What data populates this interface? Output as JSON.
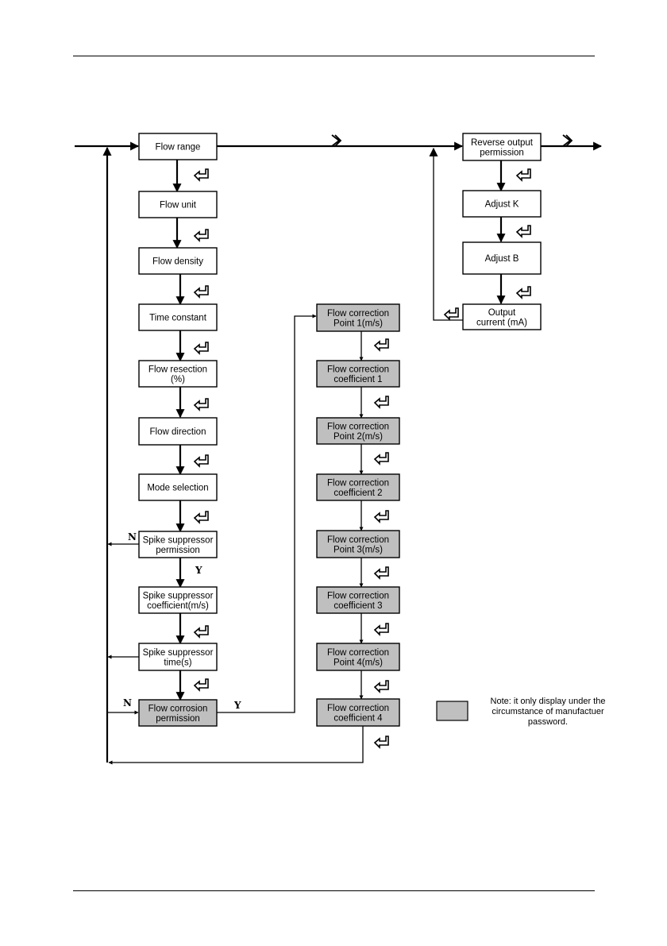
{
  "boxes": {
    "flow_range": [
      "Flow range"
    ],
    "flow_unit": [
      "Flow unit"
    ],
    "flow_density": [
      "Flow density"
    ],
    "time_constant": [
      "Time constant"
    ],
    "flow_resection": [
      "Flow resection",
      "(%)"
    ],
    "flow_direction": [
      "Flow direction"
    ],
    "mode_selection": [
      "Mode selection"
    ],
    "spike_permission": [
      "Spike suppressor",
      "permission"
    ],
    "spike_coefficient": [
      "Spike suppressor",
      "coefficient(m/s)"
    ],
    "spike_time": [
      "Spike suppressor",
      "time(s)"
    ],
    "corrosion_permission": [
      "Flow corrosion",
      "permission"
    ],
    "corr_point_1": [
      "Flow correction",
      "Point 1(m/s)"
    ],
    "corr_coef_1": [
      "Flow correction",
      "coefficient 1"
    ],
    "corr_point_2": [
      "Flow correction",
      "Point 2(m/s)"
    ],
    "corr_coef_2": [
      "Flow correction",
      "coefficient 2"
    ],
    "corr_point_3": [
      "Flow correction",
      "Point 3(m/s)"
    ],
    "corr_coef_3": [
      "Flow correction",
      "coefficient 3"
    ],
    "corr_point_4": [
      "Flow correction",
      "Point 4(m/s)"
    ],
    "corr_coef_4": [
      "Flow correction",
      "coefficient 4"
    ],
    "reverse_output": [
      "Reverse output",
      "permission"
    ],
    "adjust_k": [
      "Adjust K"
    ],
    "adjust_b": [
      "Adjust B"
    ],
    "output_current": [
      "Output",
      "current (mA)"
    ]
  },
  "branch_labels": {
    "no": "N",
    "yes": "Y"
  },
  "icons": {
    "enter": "enter-key-icon",
    "right": "right-key-icon"
  },
  "legend": {
    "note": "Note: it only display under the circumstance of manufactuer password."
  },
  "colors": {
    "normal_box": "#ffffff",
    "restricted_box": "#bfbfbf",
    "line": "#000000"
  }
}
